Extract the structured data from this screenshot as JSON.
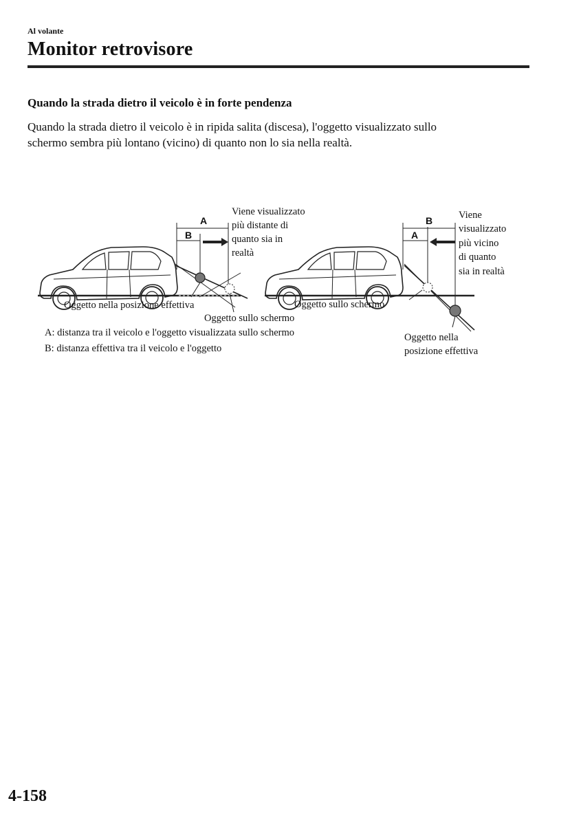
{
  "header": {
    "section": "Al volante",
    "title": "Monitor retrovisore"
  },
  "content": {
    "subheading": "Quando la strada dietro il veicolo è in forte pendenza",
    "paragraph_line1": "Quando la strada dietro il veicolo è in ripida salita (discesa), l'oggetto visualizzato sullo",
    "paragraph_line2": "schermo sembra più lontano (vicino) di quanto non lo sia nella realtà."
  },
  "figure": {
    "left": {
      "dim_a": "A",
      "dim_b": "B",
      "note": [
        "Viene visualizzato",
        "più distante di",
        "quanto sia in",
        "realtà"
      ],
      "label_actual": "Oggetto nella posizione effettiva",
      "label_screen": "Oggetto sullo schermo"
    },
    "right": {
      "dim_a": "A",
      "dim_b": "B",
      "note": [
        "Viene",
        "visualizzato",
        "più vicino",
        "di quanto",
        "sia in realtà"
      ],
      "label_screen": "Oggetto sullo schermo",
      "label_actual": [
        "Oggetto nella",
        "posizione effettiva"
      ]
    },
    "legend_a": "A: distanza tra il veicolo e l'oggetto visualizzata sullo schermo",
    "legend_b": "B: distanza effettiva tra il veicolo e l'oggetto"
  },
  "footer": {
    "page_number": "4-158"
  }
}
